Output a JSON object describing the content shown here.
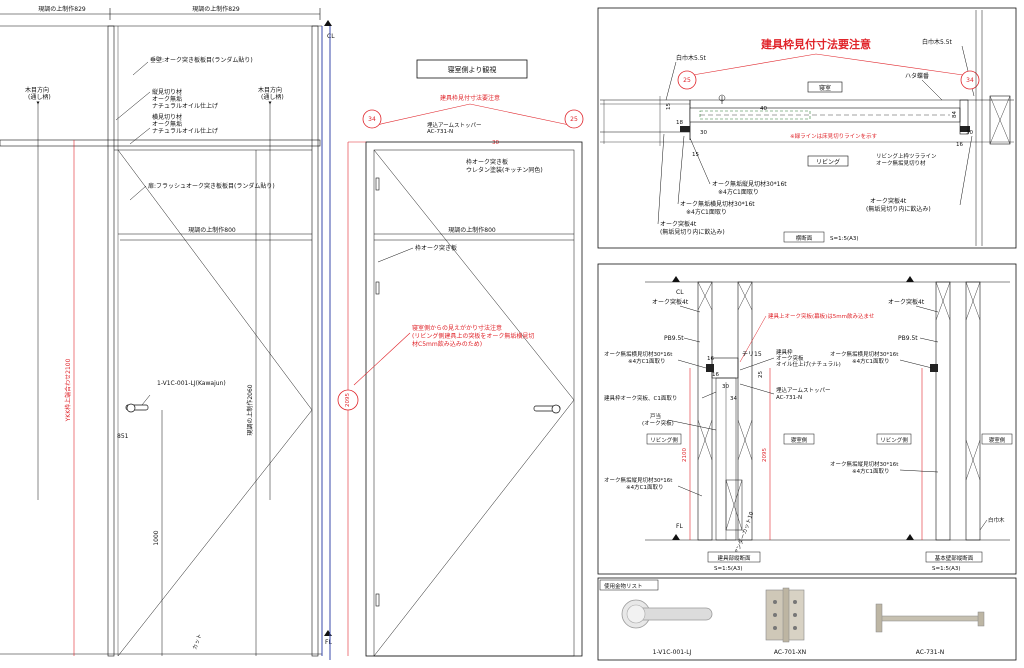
{
  "elevation": {
    "top_dim_left": "現調の上制作829",
    "top_dim_right": "現調の上制作829",
    "cl": "CL",
    "fl": "FL",
    "wall_note": "垂壁:オーク突き板板目(ランダム貼り)",
    "frame_v_note": [
      "縦見切り材",
      "オーク無垢",
      "ナチュラルオイル仕上げ"
    ],
    "frame_h_note": [
      "横見切り材",
      "オーク無垢",
      "ナチュラルオイル仕上げ"
    ],
    "grain_left": [
      "木目方向",
      "(通し柄)"
    ],
    "grain_right": [
      "木目方向",
      "(通し柄)"
    ],
    "door_note": "扉:フラッシュオーク突き板板目(ランダム貼り)",
    "dim_800": "現調の上制作800",
    "ykk_label": "YKK枠上端合わせ2100",
    "dim_2060": "現調の上制作2060",
    "handle_note": "1-V1C-001-LJ(Kawajun)",
    "dim_1000": "1000",
    "dim_851": "851",
    "cut_mark": "カット"
  },
  "bedroom_view": {
    "title": "寝室側より観視",
    "red_note": "建具枠見付寸法要注意",
    "circle_left": "34",
    "circle_right": "25",
    "stopper_note": [
      "埋込アームストッパー",
      "AC-731-N"
    ],
    "frame_dim": "30",
    "frame_oak_note": [
      "枠オーク突き板",
      "ウレタン塗装(キッチン同色)"
    ],
    "dim_800": "現調の上制作800",
    "frame_oak2": "枠オーク突き板",
    "red_note2": [
      "寝室側からの見えがかり寸法注意",
      "(リビング側建具上の突板をオーク無垢横見切",
      "材C5mm飲み込みのため)"
    ],
    "circle_2095": "2095"
  },
  "plan": {
    "title": "建具枠見付寸法要注意",
    "shiro_left": "白巾木5.5t",
    "shiro_right": "白巾木5.5t",
    "circle_left": "25",
    "circle_right": "34",
    "hinge": "ハタ蝶番",
    "bedroom": "寝室",
    "living": "リビング",
    "green_note": "※緑ラインは床見切りラインを示す",
    "floor_note": [
      "リビング上枠ツラライン",
      "オーク無垢見切り材"
    ],
    "note1": [
      "オーク無垢縦見切材30*16t",
      "※4方C1面取り"
    ],
    "note2": [
      "オーク無垢横見切材30*16t",
      "※4方C1面取り"
    ],
    "note3": [
      "オーク突板4t",
      "(無垢見切り内に飲込み)"
    ],
    "note4": [
      "オーク突板4t",
      "(無垢見切り内に飲込み)"
    ],
    "dims": [
      "15",
      "18",
      "40",
      "84",
      "30",
      "16",
      "15",
      "30"
    ],
    "scale_label": "横断面",
    "scale": "S=1:5(A3)"
  },
  "sections": {
    "cl": "CL",
    "fl": "FL",
    "oak4_left": "オーク突板4t",
    "oak4_right": "オーク突板4t",
    "red_note": "建具上オーク突板(幕板)は5mm飲み込ませ",
    "pb_left": "PB9.5t",
    "pb_right": "PB9.5t",
    "chiri": "チリ15",
    "frame_note": [
      "建具枠",
      "オーク突板",
      "オイル仕上げ(ナチュラル)"
    ],
    "note_v_left": [
      "オーク無垢横見切材30*16t",
      "※4方C1面取り"
    ],
    "note_v_right": [
      "オーク無垢横見切材30*16t",
      "※4方C1面取り"
    ],
    "frame_oak_c": "建具枠オーク突板、C1面取り",
    "stopper": [
      "埋込アームストッパー",
      "AC-731-N"
    ],
    "todome": [
      "戸当",
      "(オーク突板)"
    ],
    "living_l": "リビング側",
    "bed_l": "寝室側",
    "living_r": "リビング側",
    "bed_r": "寝室側",
    "dim_2100": "2100",
    "dim_2095": "2095",
    "note_bottom_left": [
      "オーク無垢縦見切材30*16t",
      "※4方C1面取り"
    ],
    "note_mid_right": [
      "オーク無垢縦見切材30*16t",
      "※4方C1面取り"
    ],
    "shiro": "白巾木",
    "undercut": "アンダーカット10",
    "label_left": "建具部縦断面",
    "scale_left": "S=1:5(A3)",
    "label_right": "基本壁部縦断面",
    "scale_right": "S=1:5(A3)",
    "dims": [
      "16",
      "30",
      "25",
      "34",
      "16"
    ]
  },
  "hardware": {
    "title": "使用金物リスト",
    "items": [
      {
        "code": "1-V1C-001-LJ"
      },
      {
        "code": "AC-701-XN"
      },
      {
        "code": "AC-731-N"
      }
    ]
  }
}
